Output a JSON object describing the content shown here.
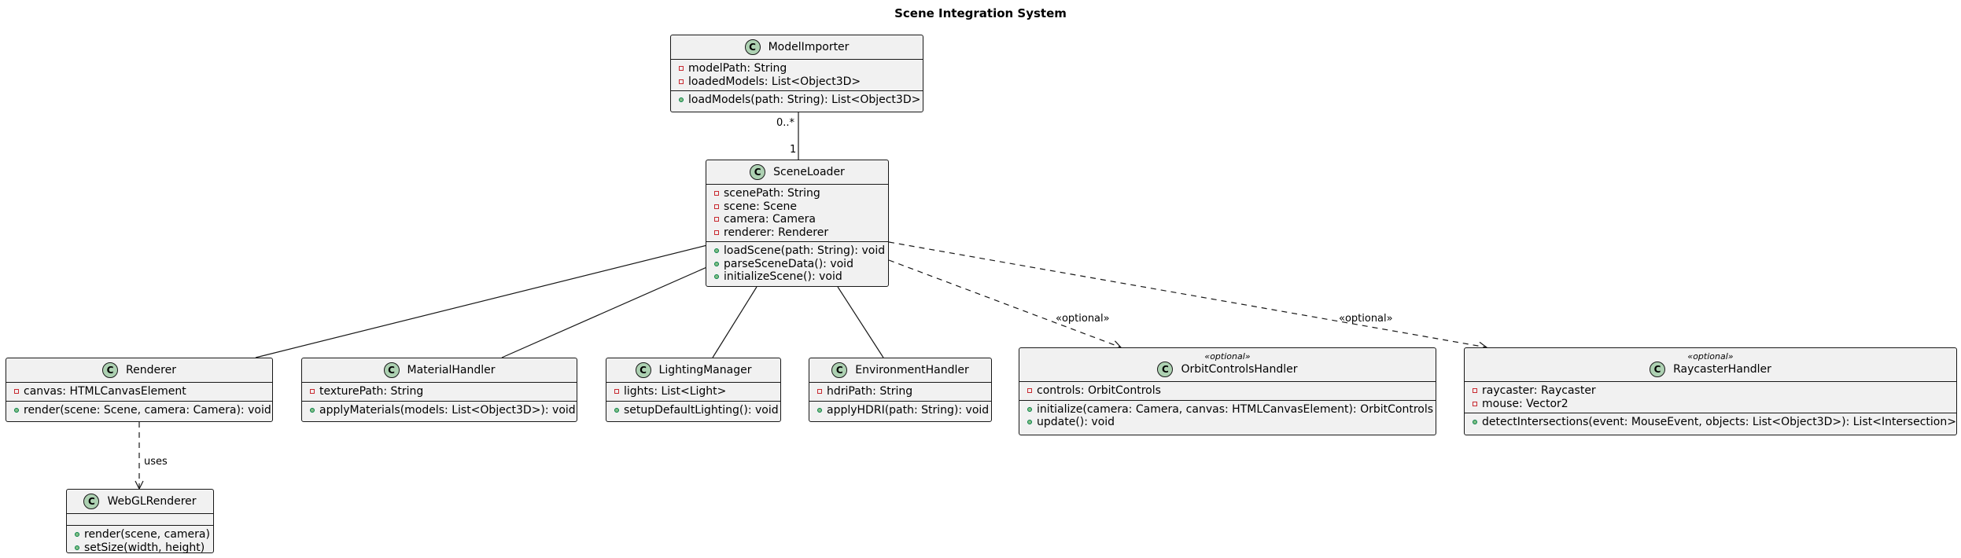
{
  "diagram": {
    "title": "Scene Integration System",
    "classes": {
      "modelimporter": {
        "name": "ModelImporter",
        "icon": "C",
        "attributes": [
          "modelPath: String",
          "loadedModels: List<Object3D>"
        ],
        "methods": [
          "loadModels(path: String): List<Object3D>"
        ]
      },
      "sceneloader": {
        "name": "SceneLoader",
        "icon": "C",
        "attributes": [
          "scenePath: String",
          "scene: Scene",
          "camera: Camera",
          "renderer: Renderer"
        ],
        "methods": [
          "loadScene(path: String): void",
          "parseSceneData(): void",
          "initializeScene(): void"
        ]
      },
      "renderer": {
        "name": "Renderer",
        "icon": "C",
        "attributes": [
          "canvas: HTMLCanvasElement"
        ],
        "methods": [
          "render(scene: Scene, camera: Camera): void"
        ]
      },
      "materialhandler": {
        "name": "MaterialHandler",
        "icon": "C",
        "attributes": [
          "texturePath: String"
        ],
        "methods": [
          "applyMaterials(models: List<Object3D>): void"
        ]
      },
      "lightingmanager": {
        "name": "LightingManager",
        "icon": "C",
        "attributes": [
          "lights: List<Light>"
        ],
        "methods": [
          "setupDefaultLighting(): void"
        ]
      },
      "environmenthandler": {
        "name": "EnvironmentHandler",
        "icon": "C",
        "attributes": [
          "hdriPath: String"
        ],
        "methods": [
          "applyHDRI(path: String): void"
        ]
      },
      "orbitcontrols": {
        "name": "OrbitControlsHandler",
        "icon": "C",
        "stereotype": "«optional»",
        "attributes": [
          "controls: OrbitControls"
        ],
        "methods": [
          "initialize(camera: Camera, canvas: HTMLCanvasElement): OrbitControls",
          "update(): void"
        ]
      },
      "raycaster": {
        "name": "RaycasterHandler",
        "icon": "C",
        "stereotype": "«optional»",
        "attributes": [
          "raycaster: Raycaster",
          "mouse: Vector2"
        ],
        "methods": [
          "detectIntersections(event: MouseEvent, objects: List<Object3D>): List<Intersection>"
        ]
      },
      "webglrenderer": {
        "name": "WebGLRenderer",
        "icon": "C",
        "attributes": [],
        "methods": [
          "render(scene, camera)",
          "setSize(width, height)"
        ]
      }
    },
    "edge_labels": {
      "multiplicity_many": "0..*",
      "multiplicity_one": "1",
      "optional_orbit": "«optional»",
      "optional_raycaster": "«optional»",
      "uses": "uses"
    }
  }
}
